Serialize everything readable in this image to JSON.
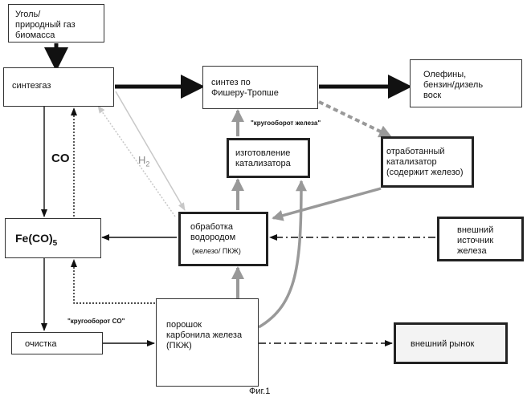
{
  "nodes": {
    "feedstock": "Уголь/\nприродный газ\nбиомасса",
    "syngas": "синтезгаз",
    "fischer_tropsch": "синтез по\nФишеру-Тропше",
    "products": "Олефины,\nбензин/дизель\nвоск",
    "catalyst_manufacture": "изготовление\nкатализатора",
    "spent_catalyst": "отработанный\nкатализатор\n(содержит железо)",
    "iron_carbonyl": "Fe(CO)",
    "iron_carbonyl_sub": "5",
    "hydrogen_treatment": "обработка\nводородом",
    "hydrogen_treatment_sub": "(железо/ ПКЖ)",
    "external_iron": "внешний\nисточник\nжелеза",
    "purification": "очистка",
    "carbonyl_powder": "порошок\nкарбонила железа\n(ПКЖ)",
    "external_market": "внешний рынок"
  },
  "labels": {
    "co": "CO",
    "h2": "H",
    "h2_sub": "2",
    "iron_cycle": "\"кругооборот железа\"",
    "co_cycle": "\"кругооборот CO\"",
    "figure": "Фиг.1"
  },
  "colors": {
    "line_dark": "#222222",
    "line_gray": "#999999",
    "line_light": "#c8c8c8"
  }
}
